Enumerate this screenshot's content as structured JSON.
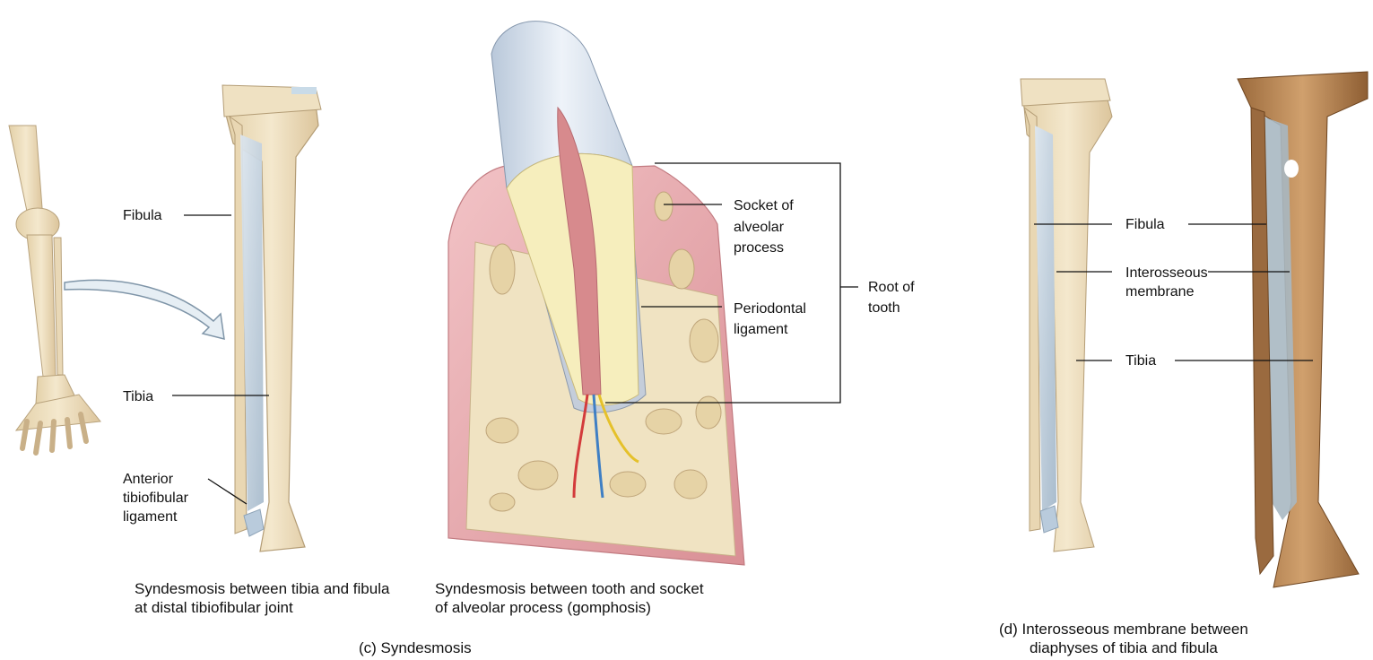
{
  "panel_c": {
    "caption": "(c) Syndesmosis",
    "leg": {
      "caption_line1": "Syndesmosis between tibia and fibula",
      "caption_line2": "at distal tibiofibular joint",
      "labels": {
        "fibula": "Fibula",
        "tibia": "Tibia",
        "ligament_line1": "Anterior",
        "ligament_line2": "tibiofibular",
        "ligament_line3": "ligament"
      }
    },
    "tooth": {
      "caption_line1": "Syndesmosis between tooth and socket",
      "caption_line2": "of alveolar process (gomphosis)",
      "labels": {
        "socket_line1": "Socket of",
        "socket_line2": "alveolar",
        "socket_line3": "process",
        "periodontal_line1": "Periodontal",
        "periodontal_line2": "ligament",
        "root_line1": "Root of",
        "root_line2": "tooth"
      }
    }
  },
  "panel_d": {
    "caption_line1": "(d) Interosseous membrane between",
    "caption_line2": "diaphyses of tibia and fibula",
    "labels": {
      "fibula": "Fibula",
      "membrane_line1": "Interosseous",
      "membrane_line2": "membrane",
      "tibia": "Tibia"
    }
  },
  "colors": {
    "bone": "#f1e4c6",
    "bone_shade": "#d9c6a0",
    "membrane": "#c9d6e2",
    "gum": "#e8a6ab",
    "pulp": "#d9838a",
    "dentin": "#f5eeb8",
    "enamel": "#dfe8f3",
    "specimen": "#b98652"
  }
}
